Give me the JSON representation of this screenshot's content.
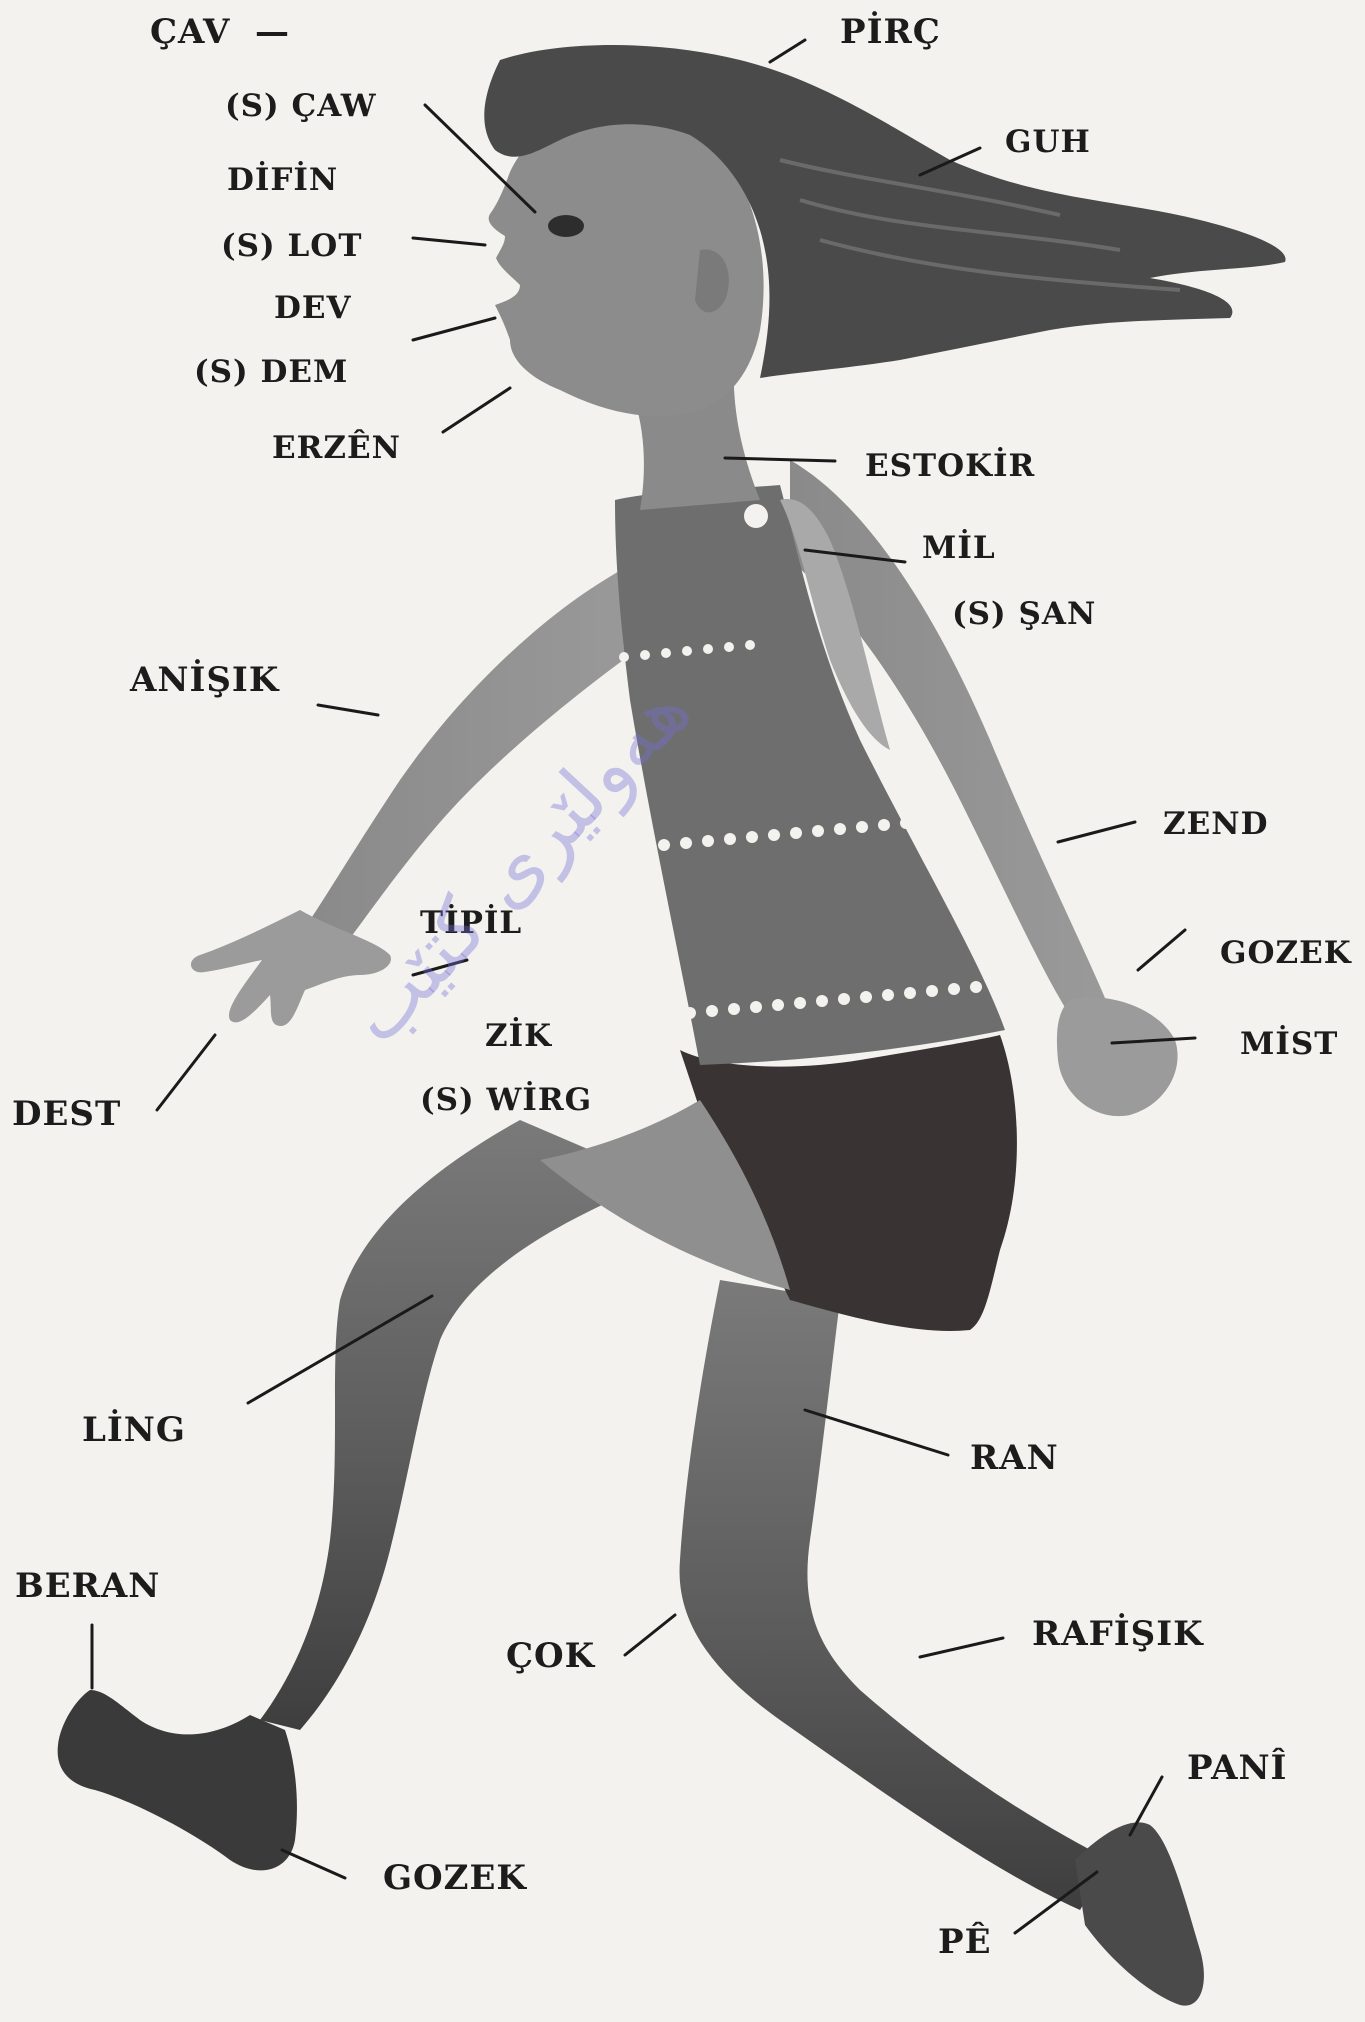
{
  "labels": {
    "cav": "ÇAV",
    "caw": "(S) ÇAW",
    "difin": "DİFİN",
    "lot": "(S) LOT",
    "dev": "DEV",
    "dem": "(S) DEM",
    "erzen": "ERZÊN",
    "pirc": "PİRÇ",
    "guh": "GUH",
    "estokir": "ESTOKİR",
    "mil": "MİL",
    "san": "(S) ŞAN",
    "anisik": "ANİŞIK",
    "zend": "ZEND",
    "gozek_wrist": "GOZEK",
    "mist": "MİST",
    "tipil": "TİPİL",
    "zik": "ZİK",
    "wirg": "(S) WİRG",
    "dest": "DEST",
    "ling": "LİNG",
    "ran": "RAN",
    "beran": "BERAN",
    "cok": "ÇOK",
    "rafisik": "RAFİŞIK",
    "pani": "PANÎ",
    "gozek_ankle": "GOZEK",
    "pe": "PÊ"
  },
  "watermark": "ھەولێری کتێب",
  "colors": {
    "background": "#f4f2ee",
    "figure": "#6d6d6d",
    "hair": "#4a4a4a",
    "shorts": "#3a3333",
    "text": "#1c1c1c"
  }
}
